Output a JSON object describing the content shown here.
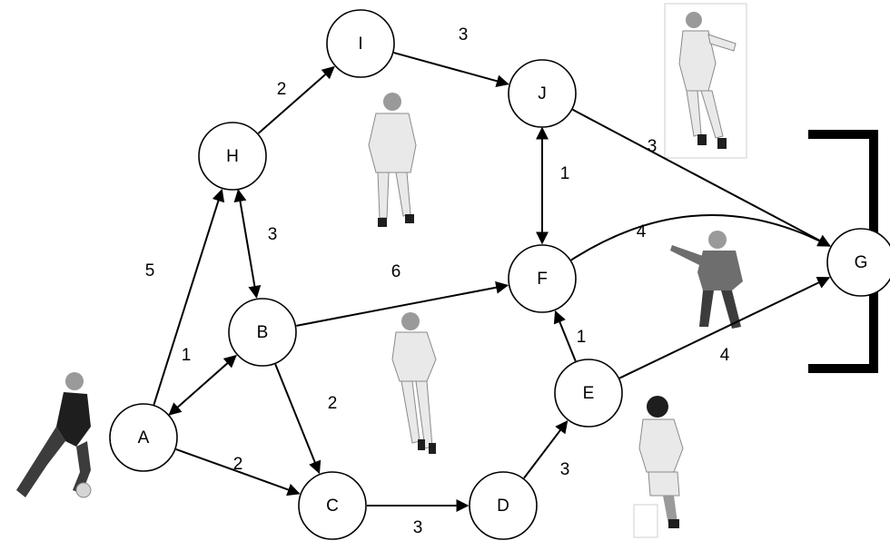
{
  "nodes": [
    {
      "id": "A",
      "label": "A"
    },
    {
      "id": "B",
      "label": "B"
    },
    {
      "id": "C",
      "label": "C"
    },
    {
      "id": "D",
      "label": "D"
    },
    {
      "id": "E",
      "label": "E"
    },
    {
      "id": "F",
      "label": "F"
    },
    {
      "id": "G",
      "label": "G"
    },
    {
      "id": "H",
      "label": "H"
    },
    {
      "id": "I",
      "label": "I"
    },
    {
      "id": "J",
      "label": "J"
    }
  ],
  "edges": [
    {
      "from": "A",
      "to": "H",
      "weight": "5",
      "bidirectional": false
    },
    {
      "from": "A",
      "to": "B",
      "weight": "1",
      "bidirectional": true
    },
    {
      "from": "A",
      "to": "C",
      "weight": "2",
      "bidirectional": false
    },
    {
      "from": "H",
      "to": "I",
      "weight": "2",
      "bidirectional": false
    },
    {
      "from": "H",
      "to": "B",
      "weight": "3",
      "bidirectional": true
    },
    {
      "from": "I",
      "to": "J",
      "weight": "3",
      "bidirectional": false
    },
    {
      "from": "J",
      "to": "G",
      "weight": "3",
      "bidirectional": false
    },
    {
      "from": "J",
      "to": "F",
      "weight": "1",
      "bidirectional": true
    },
    {
      "from": "B",
      "to": "F",
      "weight": "6",
      "bidirectional": false
    },
    {
      "from": "B",
      "to": "C",
      "weight": "2",
      "bidirectional": false
    },
    {
      "from": "C",
      "to": "D",
      "weight": "3",
      "bidirectional": false
    },
    {
      "from": "D",
      "to": "E",
      "weight": "3",
      "bidirectional": false
    },
    {
      "from": "E",
      "to": "F",
      "weight": "1",
      "bidirectional": false
    },
    {
      "from": "E",
      "to": "G",
      "weight": "4",
      "bidirectional": false
    },
    {
      "from": "F",
      "to": "G",
      "weight": "4",
      "bidirectional": false
    }
  ],
  "colors": {
    "stroke": "#000000",
    "node_fill": "#ffffff",
    "background": "#ffffff"
  },
  "decorations": [
    "goal-bracket",
    "footballer-figures"
  ]
}
